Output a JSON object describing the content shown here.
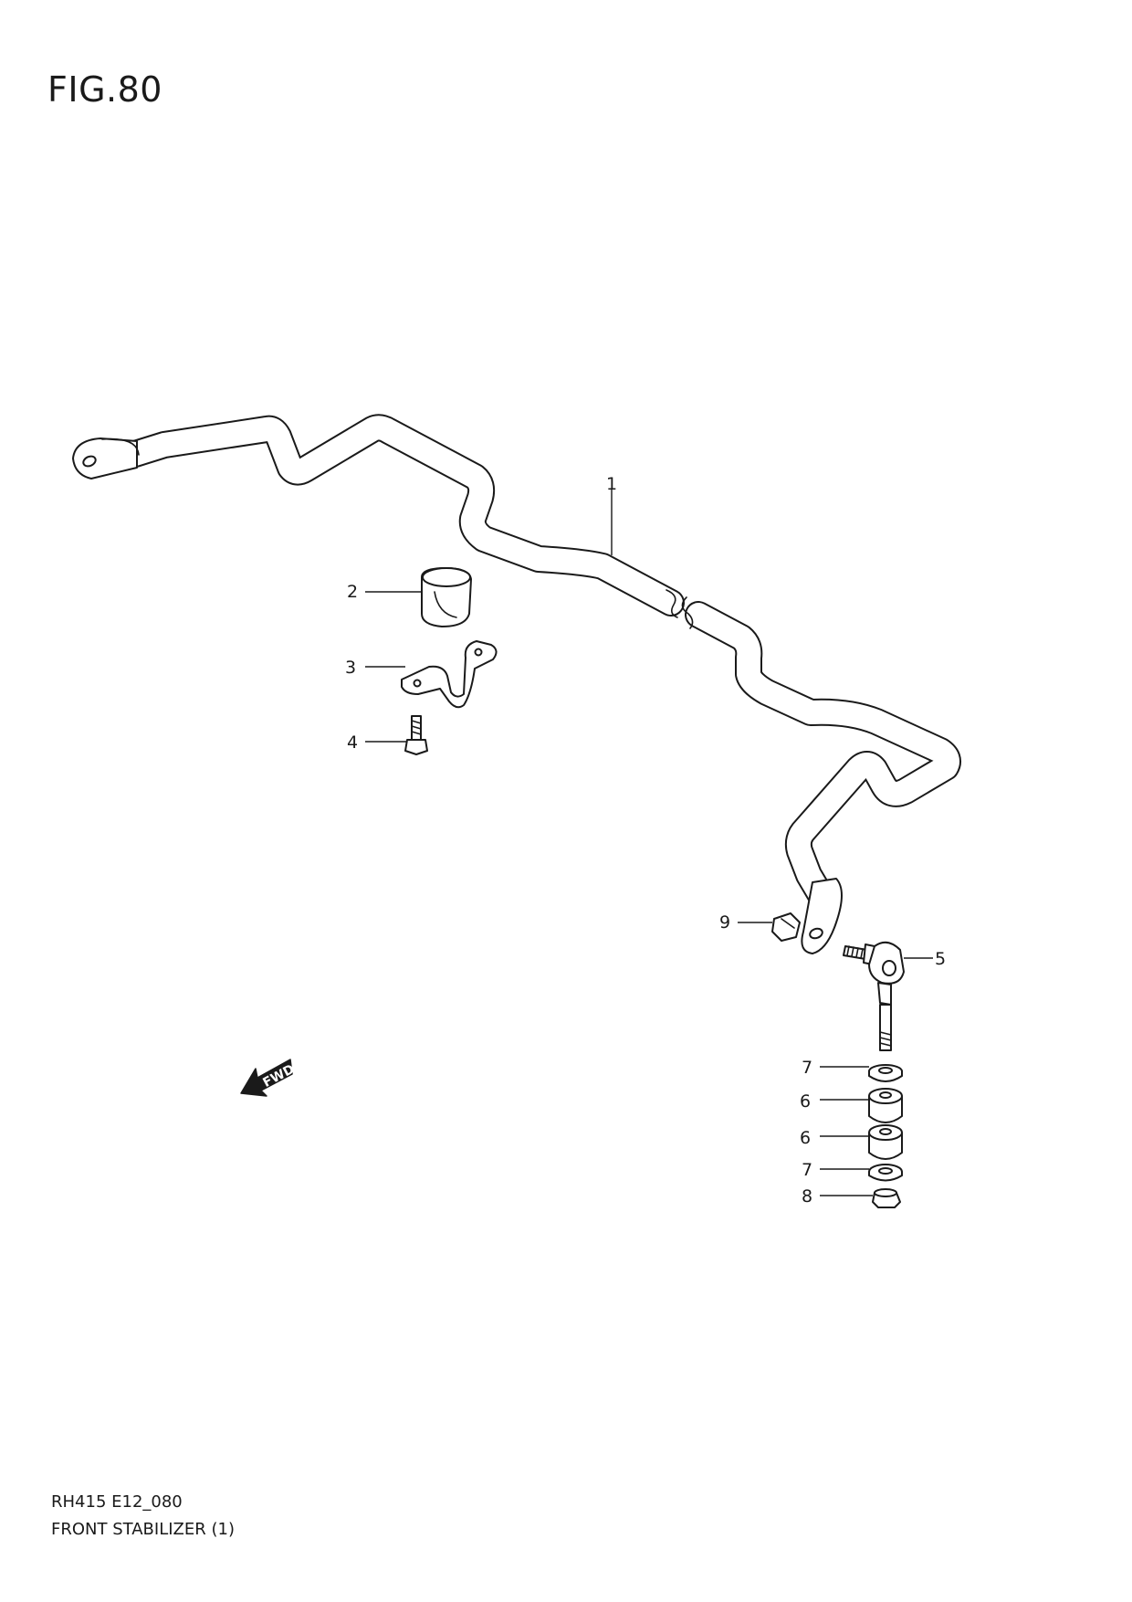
{
  "figure": {
    "title": "FIG.80",
    "code": "RH415 E12_080",
    "name": "FRONT STABILIZER (1)"
  },
  "callouts": {
    "c1": "1",
    "c2": "2",
    "c3": "3",
    "c4": "4",
    "c5": "5",
    "c6a": "6",
    "c6b": "6",
    "c7a": "7",
    "c7b": "7",
    "c8": "8",
    "c9": "9"
  },
  "direction_marker": {
    "label": "FWD"
  }
}
